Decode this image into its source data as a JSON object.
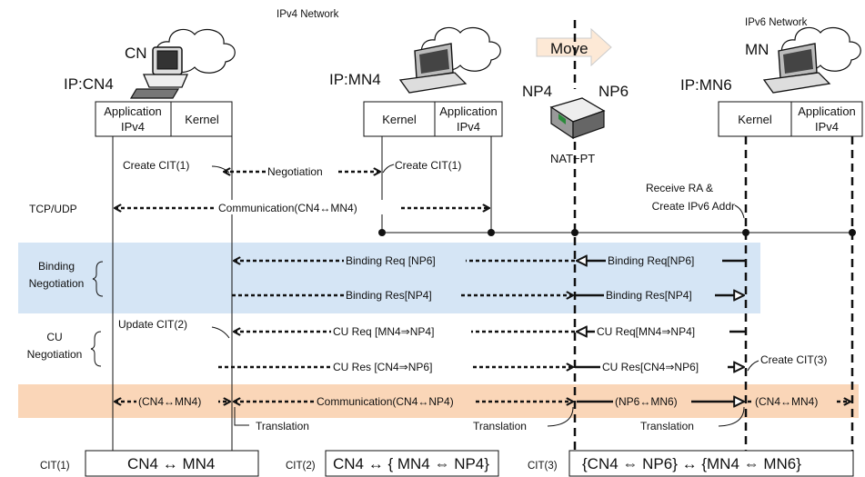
{
  "networks": {
    "ipv4": "IPv4 Network",
    "ipv6": "IPv6 Network"
  },
  "nodes": {
    "cn_name": "CN",
    "cn_ip": "IP:CN4",
    "mn4_ip": "IP:MN4",
    "mn_name": "MN",
    "mn6_ip": "IP:MN6",
    "np4": "NP4",
    "np6": "NP6",
    "natpt": "NAT−PT",
    "move": "Move"
  },
  "stacks": {
    "application": "Application",
    "ipv4": "IPv4",
    "kernel": "Kernel"
  },
  "row_labels": {
    "tcp_udp": "TCP/UDP",
    "binding_1": "Binding",
    "binding_2": "Negotiation",
    "cu_1": "CU",
    "cu_2": "Negotiation"
  },
  "messages": {
    "create_cit1_cn": "Create CIT(1)",
    "negotiation": "Negotiation",
    "create_cit1_mn": "Create CIT(1)",
    "communication_v4": "Communication(CN4↔MN4)",
    "receive_ra_1": "Receive RA &",
    "receive_ra_2": "Create IPv6 Addr",
    "binding_req_left": "Binding Req [NP6]",
    "binding_req_right": "Binding Req[NP6]",
    "binding_res_left": "Binding Res[NP4]",
    "binding_res_right": "Binding Res[NP4]",
    "update_cit2": "Update CIT(2)",
    "cu_req_left": "CU Req [MN4⇒NP4]",
    "cu_req_right": "CU Req[MN4⇒NP4]",
    "cu_res_left": "CU Res [CN4⇒NP6]",
    "cu_res_right": "CU Res[CN4⇒NP6]",
    "create_cit3": "Create CIT(3)",
    "comm_left": "(CN4↔MN4)",
    "comm_mid": "Communication(CN4↔NP4)",
    "comm_np": "(NP6↔MN6)",
    "comm_right": "(CN4↔MN4)",
    "translation_1": "Translation",
    "translation_2": "Translation",
    "translation_3": "Translation"
  },
  "cit_tables": {
    "cit1_label": "CIT(1)",
    "cit1_value": "CN4 ↔ MN4",
    "cit2_label": "CIT(2)",
    "cit2_value": "CN4 ↔ { MN4 ⇔ NP4}",
    "cit3_label": "CIT(3)",
    "cit3_value": "{CN4 ⇔ NP6} ↔ {MN4 ⇔ MN6}"
  },
  "colors": {
    "binding_band": "#d5e5f5",
    "communication_band": "#fad6b8"
  }
}
